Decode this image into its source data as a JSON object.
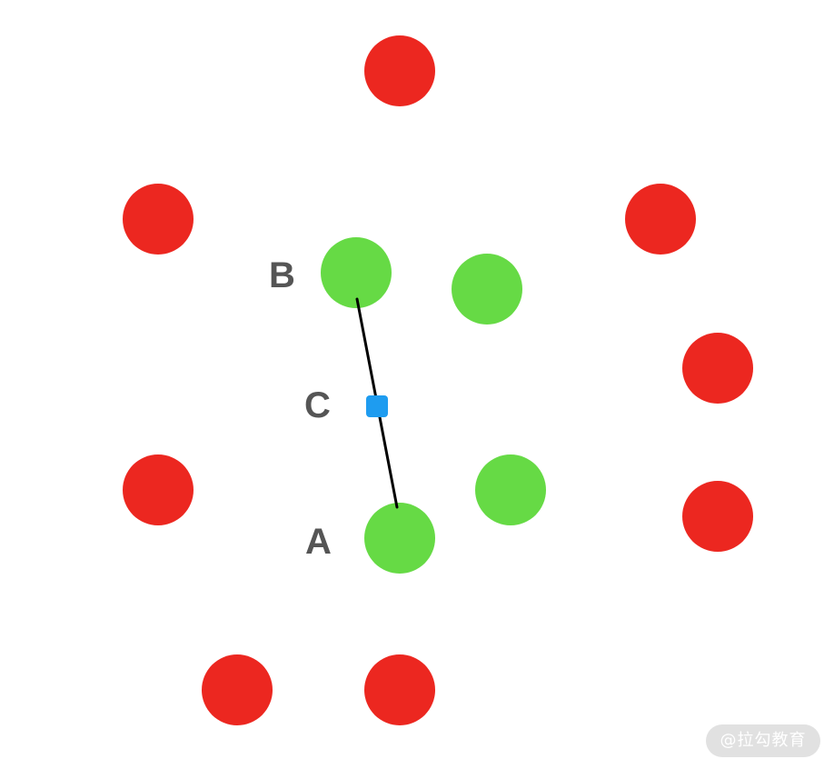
{
  "colors": {
    "red_point": "#EC2720",
    "green_point": "#66DA45",
    "midpoint": "#1E9CF0",
    "segment": "#000000",
    "label": "#555555"
  },
  "labels": {
    "a": "A",
    "b": "B",
    "c": "C"
  },
  "watermark": "@拉勾教育"
}
